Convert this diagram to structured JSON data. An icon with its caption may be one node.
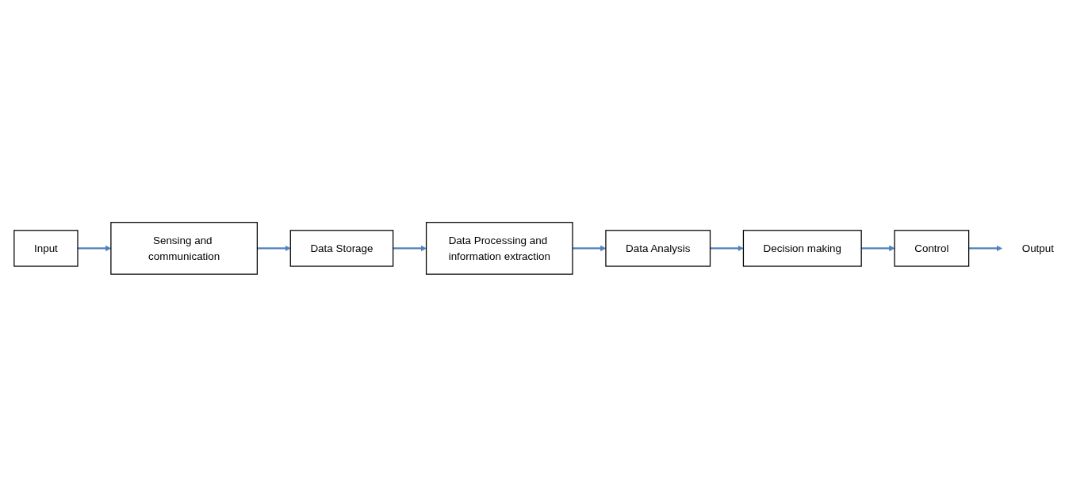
{
  "diagram": {
    "nodes": [
      {
        "text": [
          "Input"
        ]
      },
      {
        "text": [
          "Sensing and communication"
        ]
      },
      {
        "text": [
          "Data Storage"
        ]
      },
      {
        "text": [
          "Data Processing and information extraction"
        ]
      },
      {
        "text": [
          "Data Analysis"
        ]
      },
      {
        "text": [
          "Decision making"
        ]
      },
      {
        "text": [
          "Control"
        ]
      },
      {
        "text": [
          "Output"
        ]
      }
    ],
    "edges": [
      {
        "from": 0,
        "to": 1,
        "arrow": "to",
        "color": "#4f81bd"
      },
      {
        "from": 1,
        "to": 2,
        "arrow": "to",
        "color": "#4f81bd"
      },
      {
        "from": 2,
        "to": 3,
        "arrow": "to",
        "color": "#4f81bd"
      },
      {
        "from": 3,
        "to": 4,
        "arrow": "to",
        "color": "#4f81bd"
      },
      {
        "from": 4,
        "to": 5,
        "arrow": "to",
        "color": "#4f81bd"
      },
      {
        "from": 5,
        "to": 6,
        "arrow": "to",
        "color": "#4f81bd"
      },
      {
        "from": 6,
        "to": 7,
        "arrow": "to",
        "color": "#4f81bd"
      }
    ]
  }
}
